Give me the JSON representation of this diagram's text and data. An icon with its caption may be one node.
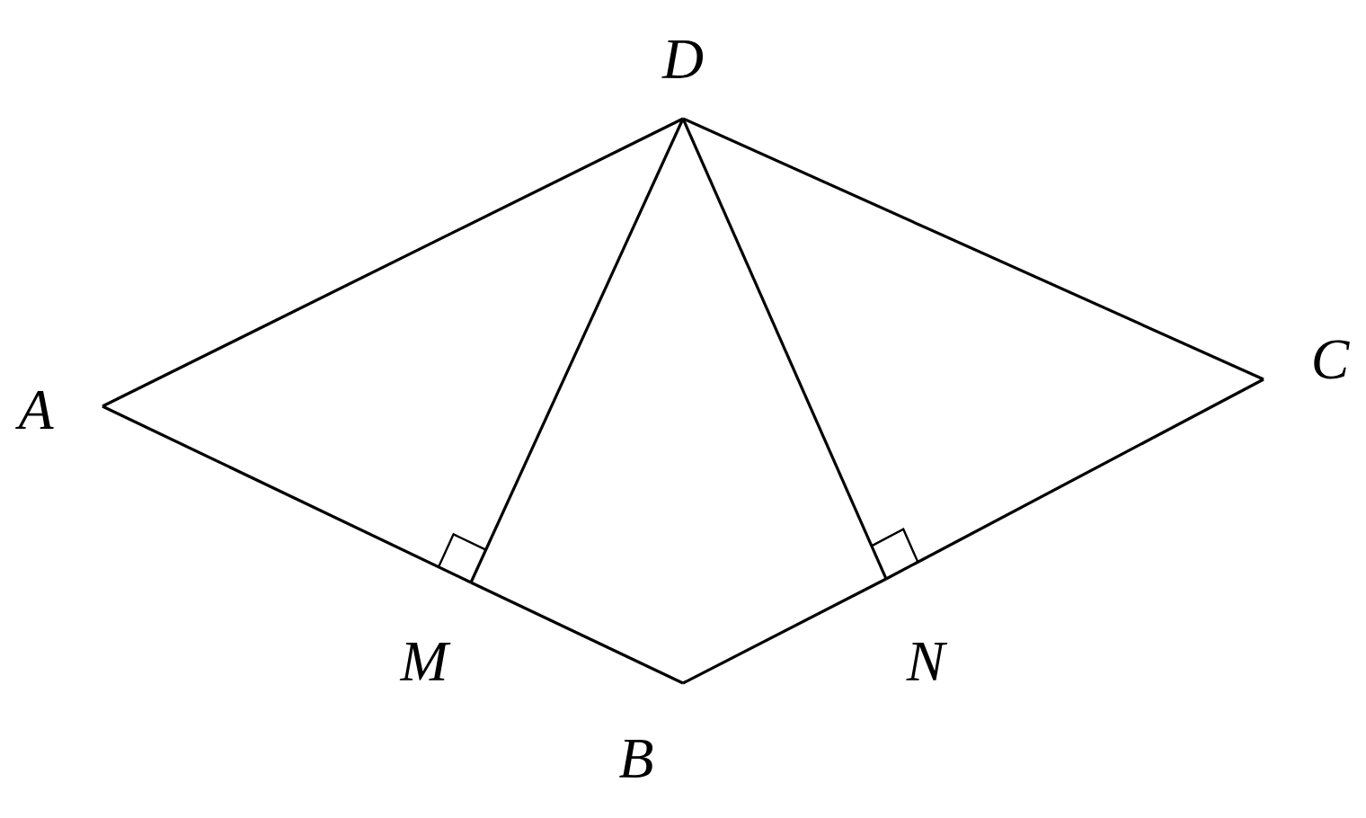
{
  "diagram": {
    "nodes": [
      {
        "text": [
          "A"
        ]
      },
      {
        "text": [
          "D"
        ]
      },
      {
        "text": [
          "C"
        ]
      },
      {
        "text": [
          "M"
        ]
      },
      {
        "text": [
          "B"
        ]
      },
      {
        "text": [
          "N"
        ]
      }
    ],
    "edges": [
      {
        "from": 0,
        "to": 1,
        "arrow": "none"
      },
      {
        "from": 1,
        "to": 2,
        "arrow": "none"
      },
      {
        "from": 0,
        "to": 3,
        "arrow": "none"
      },
      {
        "from": 3,
        "to": 4,
        "arrow": "none"
      },
      {
        "from": 4,
        "to": 5,
        "arrow": "none"
      },
      {
        "from": 5,
        "to": 2,
        "arrow": "none"
      },
      {
        "from": 1,
        "to": 3,
        "arrow": "none"
      },
      {
        "from": 1,
        "to": 5,
        "arrow": "none"
      }
    ]
  }
}
